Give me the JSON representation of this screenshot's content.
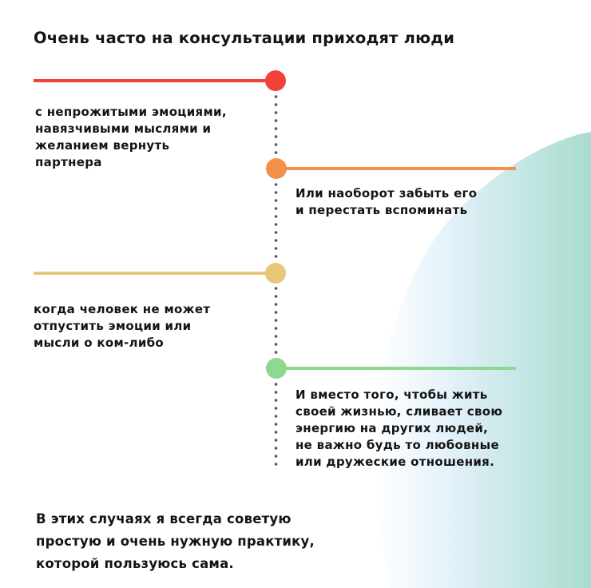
{
  "title": "Очень часто на консультации приходят люди",
  "items": [
    {
      "lines": [
        "с непрожитыми эмоциями,",
        "навязчивыми мыслями и",
        "желанием вернуть",
        "партнера"
      ],
      "color": "#f2403a"
    },
    {
      "lines": [
        "Или наоборот забыть его",
        "и перестать вспоминать"
      ],
      "color": "#f5904a"
    },
    {
      "lines": [
        "когда человек не может",
        "отпустить эмоции или",
        "мысли о ком-либо"
      ],
      "color": "#e6c878"
    },
    {
      "lines": [
        "И вместо того, чтобы жить",
        "своей жизнью, сливает свою",
        "энергию на других людей,",
        "не важно будь то любовные",
        "или дружеские отношения."
      ],
      "color": "#8fd892"
    }
  ],
  "footer": [
    "В этих случаях я всегда советую",
    "простую и очень нужную практику,",
    "которой пользуюсь сама."
  ],
  "colors": {
    "text": "#141414",
    "dots": "#555555",
    "blob_light": "#e3f1fa",
    "blob_teal": "#a9dccf"
  }
}
